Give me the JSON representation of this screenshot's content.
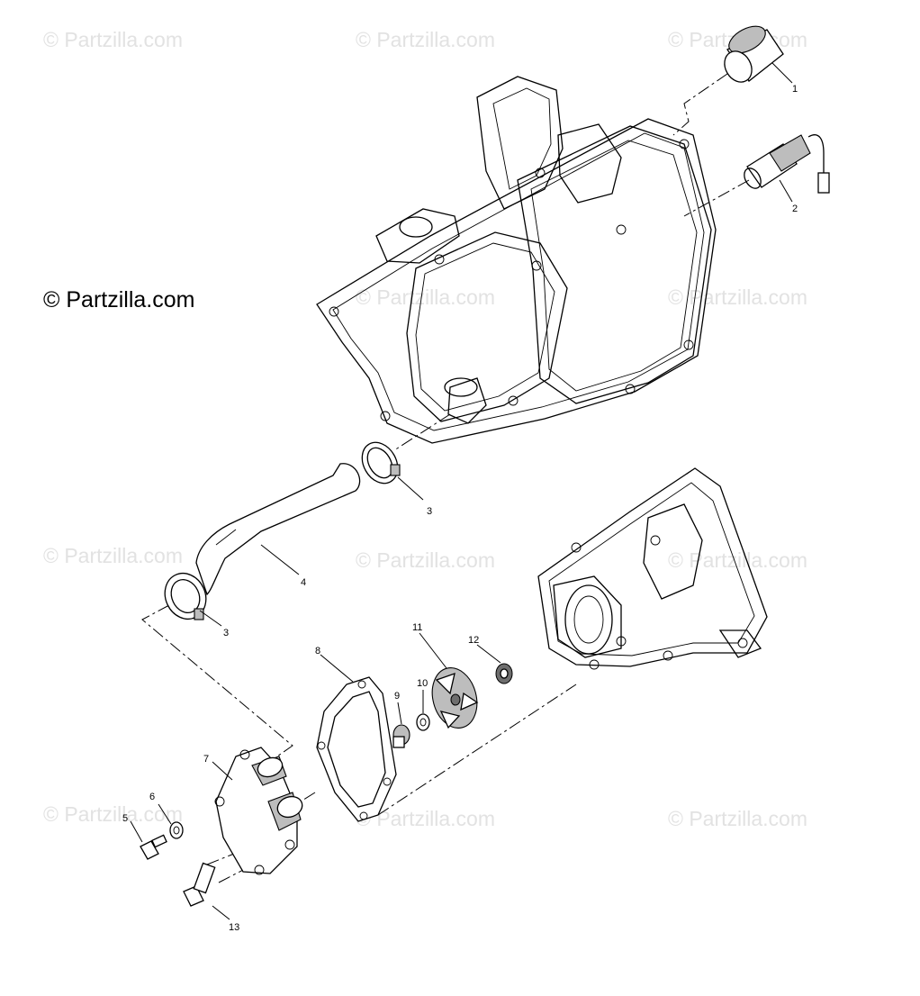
{
  "copyright": "© Partzilla.com",
  "watermark": "© Partzilla.com",
  "callouts": [
    "1",
    "2",
    "3",
    "3",
    "4",
    "5",
    "6",
    "7",
    "8",
    "9",
    "10",
    "11",
    "12",
    "13"
  ]
}
